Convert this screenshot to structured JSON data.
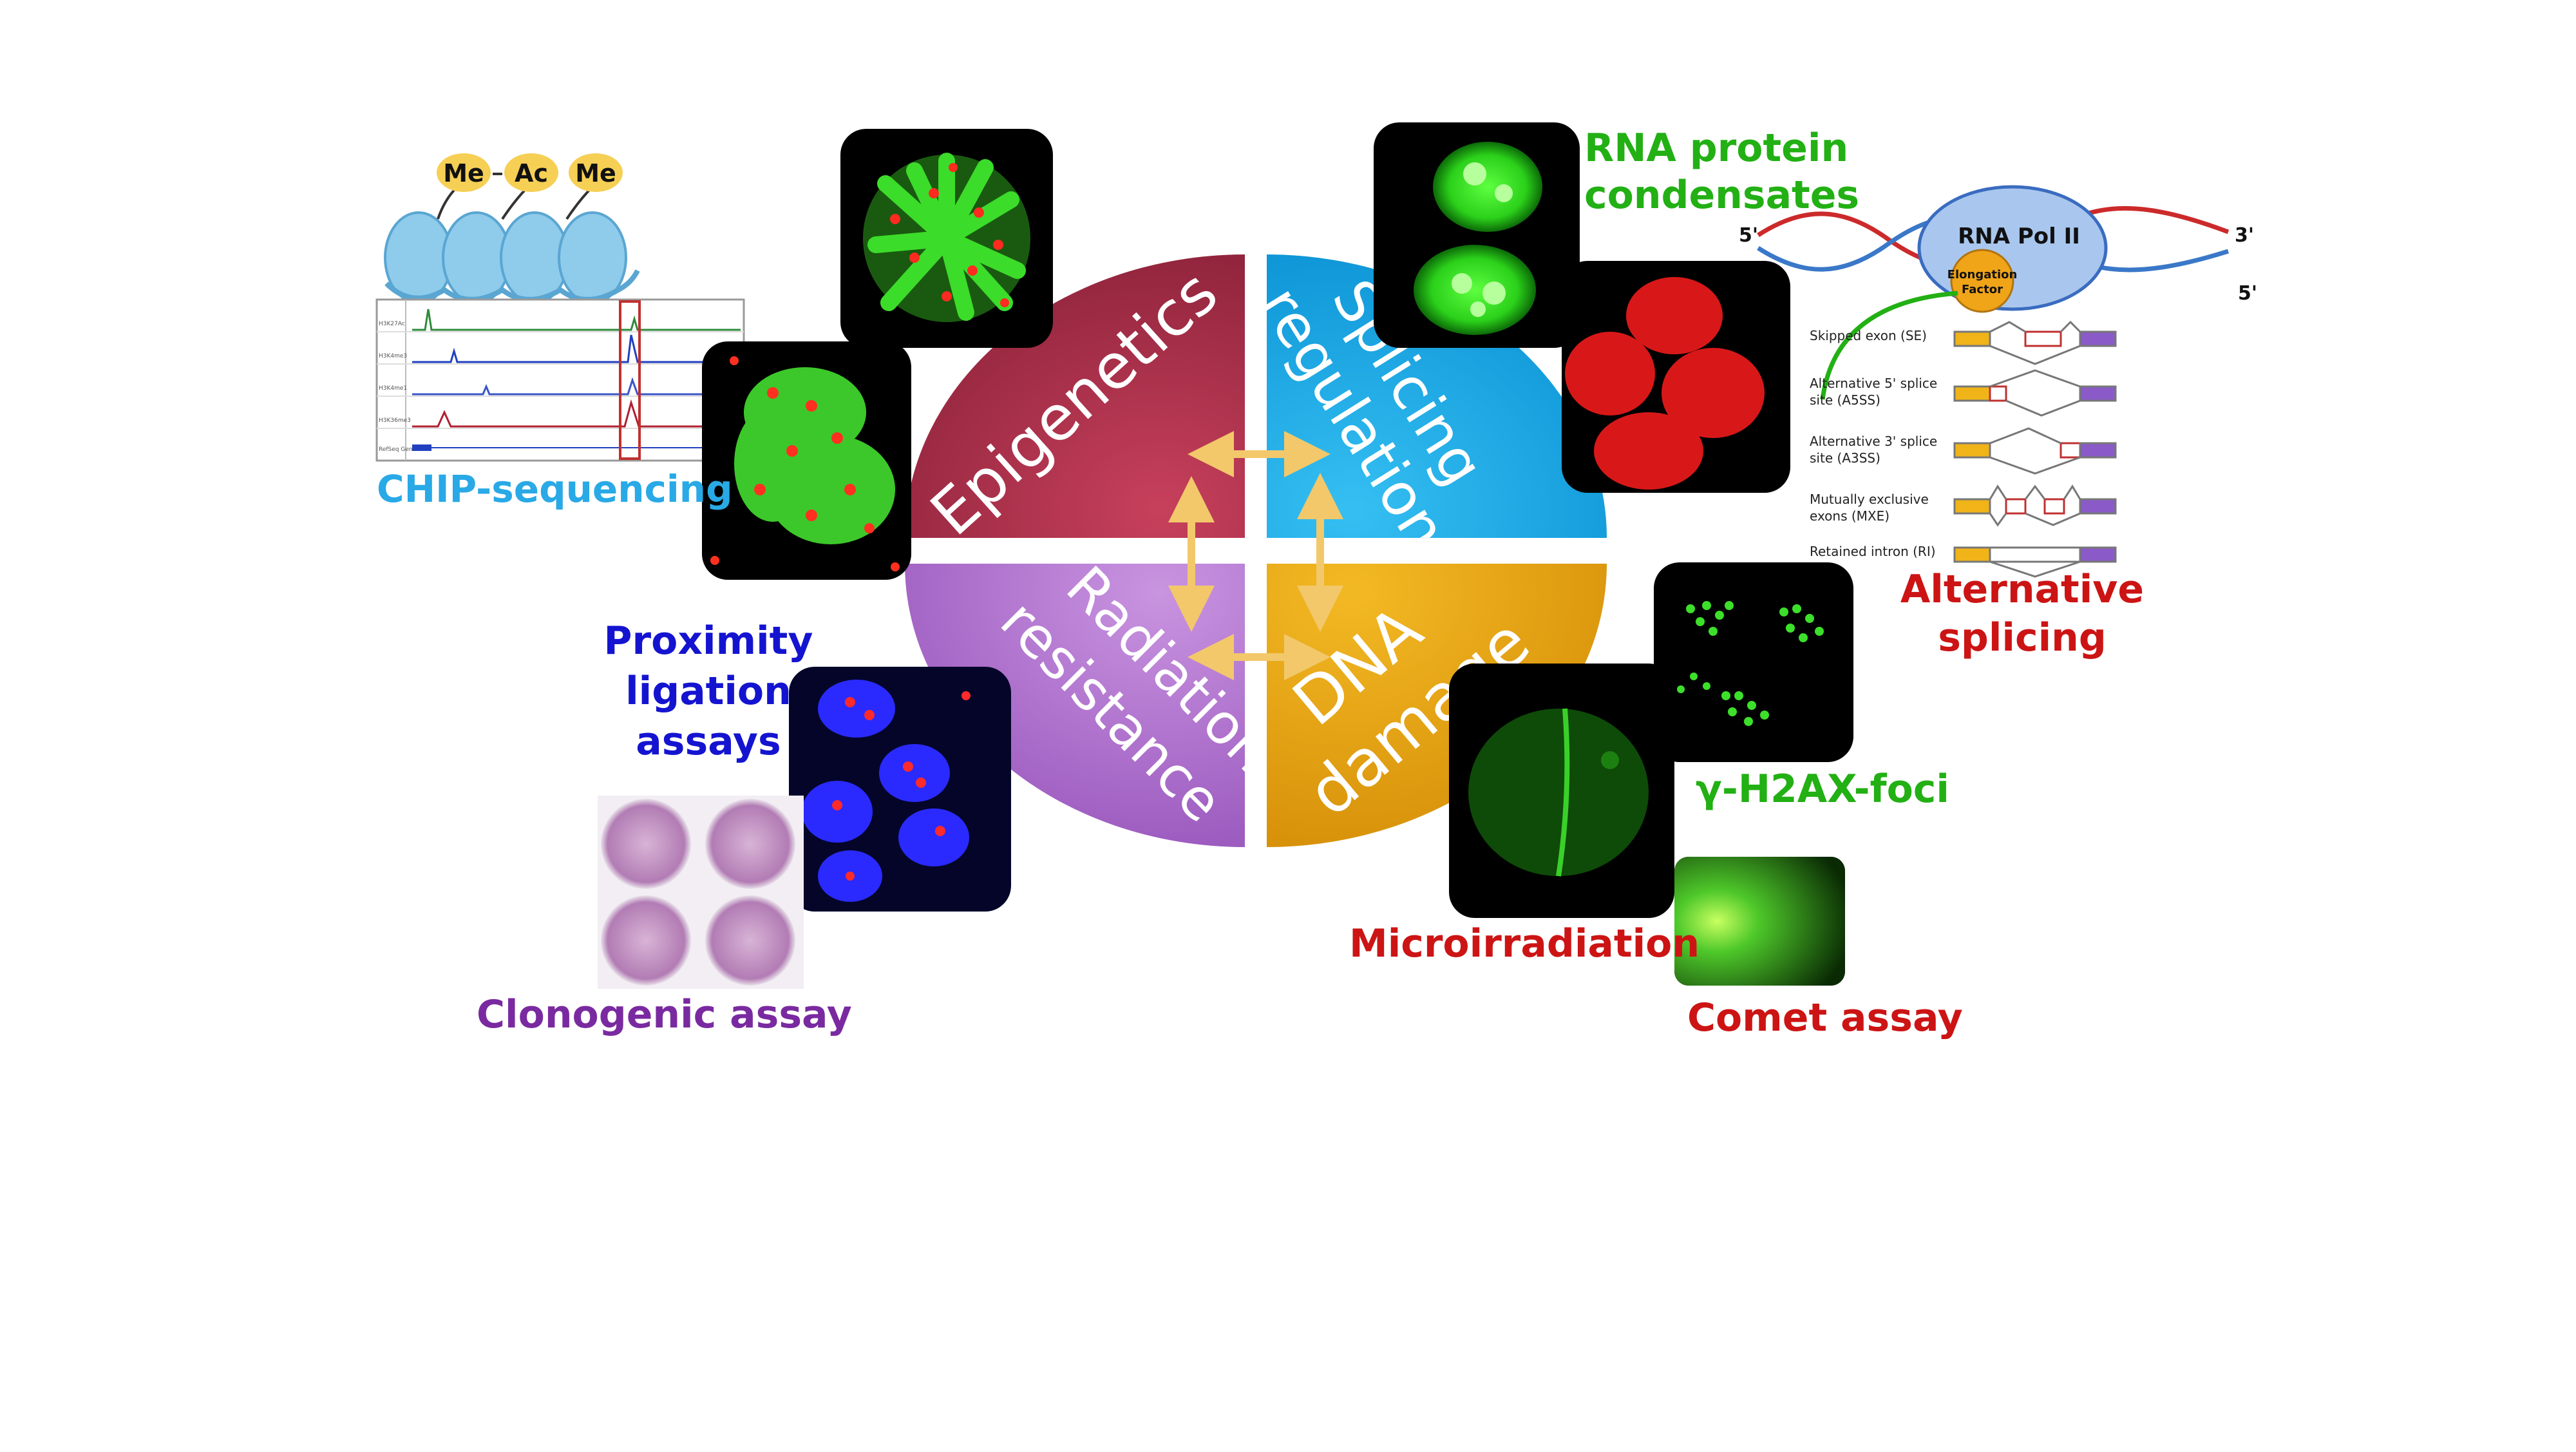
{
  "quadrants": {
    "epigenetics": "Epigenetics",
    "splicing_line1": "Splicing",
    "splicing_line2": "regulation",
    "radiation_line1": "Radiation",
    "radiation_line2": "resistance",
    "dna_line1": "DNA",
    "dna_line2": "damage"
  },
  "labels": {
    "chip": "CHIP-sequencing",
    "rna_line1": "RNA protein",
    "rna_line2": "condensates",
    "alt_line1": "Alternative",
    "alt_line2": "splicing",
    "pla_line1": "Proximity",
    "pla_line2": "ligation",
    "pla_line3": "assays",
    "clonogenic": "Clonogenic assay",
    "h2ax": "γ-H2AX-foci",
    "microirradiation": "Microirradiation",
    "comet": "Comet assay"
  },
  "histone_marks": [
    "Me",
    "Ac",
    "Me"
  ],
  "chip_track_labels": [
    "H3K27Ac",
    "H3K4me3",
    "H3K4me1",
    "H3K36me3",
    "RefSeq Genes"
  ],
  "rna_pol": {
    "title": "RNA Pol II",
    "factor_line1": "Elongation",
    "factor_line2": "Factor",
    "left_5": "5'",
    "right_3": "3'",
    "right_5": "5'"
  },
  "splicing_events": [
    {
      "line1": "Skipped exon (SE)",
      "line2": ""
    },
    {
      "line1": "Alternative 5' splice",
      "line2": "site (A5SS)"
    },
    {
      "line1": "Alternative 3' splice",
      "line2": "site (A3SS)"
    },
    {
      "line1": "Mutually exclusive",
      "line2": "exons (MXE)"
    },
    {
      "line1": "Retained intron (RI)",
      "line2": ""
    }
  ],
  "colors": {
    "epigenetics": "#a83048",
    "splicing": "#1aabe6",
    "radiation": "#b77ad0",
    "dna": "#e8a818",
    "arrow": "#f2c86b",
    "chip_label": "#29a9e6",
    "rna_label": "#22b014",
    "alt_label": "#cc1414",
    "pla_label": "#1414d0",
    "clonogenic_label": "#7a2aa0",
    "h2ax_label": "#22b014",
    "micro_label": "#cc1414",
    "comet_label": "#cc1414"
  }
}
